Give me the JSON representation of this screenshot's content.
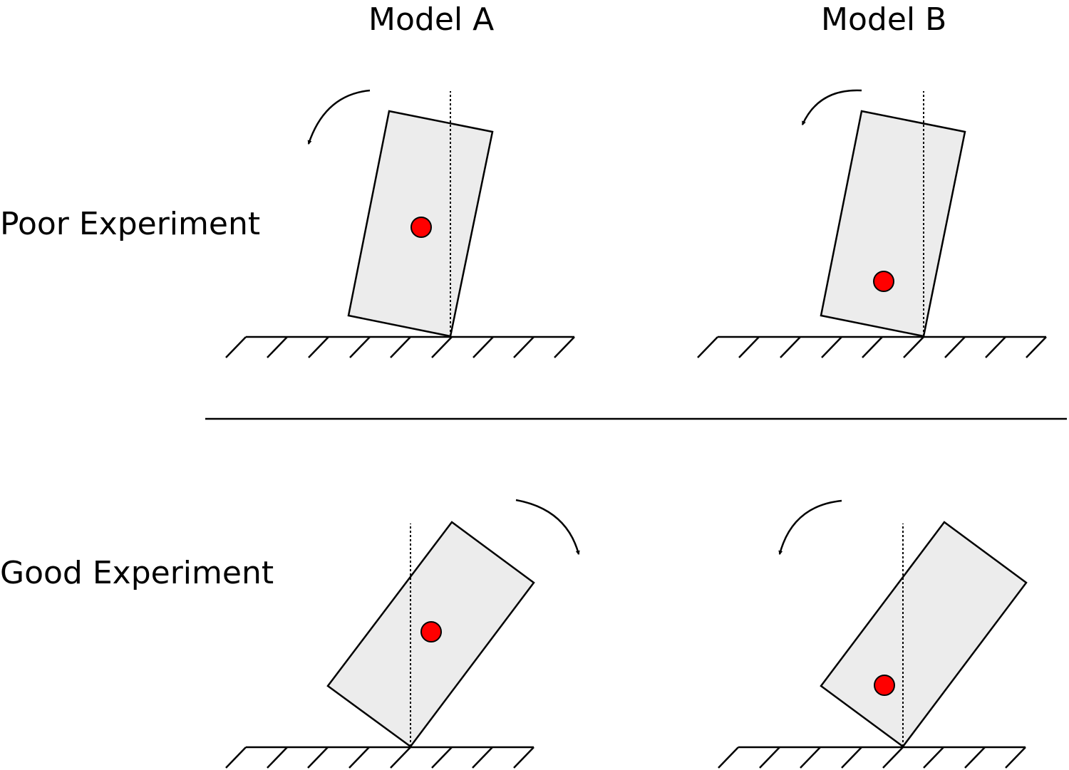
{
  "columns": {
    "model_a": "Model A",
    "model_b": "Model B"
  },
  "rows": {
    "poor": "Poor Experiment",
    "good": "Good Experiment"
  },
  "colors": {
    "block_fill": "#ececec",
    "center_of_mass": "#ff0000",
    "stroke": "#000000"
  },
  "icons": {
    "rotation_arrow": "curved-arrow-icon",
    "center_of_mass": "red-dot-icon"
  },
  "panels": [
    {
      "row": "poor",
      "model": "A",
      "rotation": "counterclockwise"
    },
    {
      "row": "poor",
      "model": "B",
      "rotation": "counterclockwise"
    },
    {
      "row": "good",
      "model": "A",
      "rotation": "clockwise"
    },
    {
      "row": "good",
      "model": "B",
      "rotation": "counterclockwise"
    }
  ]
}
